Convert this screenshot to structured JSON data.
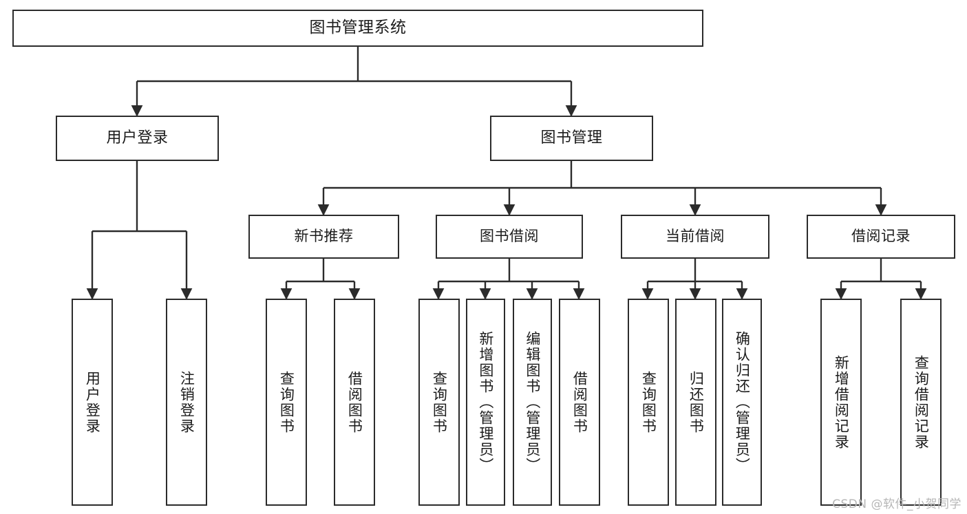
{
  "diagram": {
    "title": "图书管理系统",
    "type": "tree-structure-chart",
    "orientation": "top-down",
    "colors": {
      "box_border": "#2b2b2b",
      "box_fill": "#ffffff",
      "connector": "#2b2b2b",
      "text": "#1b1b1b",
      "watermark": "#b6b6b6",
      "canvas": "#ffffff"
    },
    "root": {
      "label": "图书管理系统",
      "level": 0
    },
    "level1": [
      {
        "id": "user-login",
        "label": "用户登录"
      },
      {
        "id": "book-management",
        "label": "图书管理"
      }
    ],
    "level2": [
      {
        "id": "new-book-recommend",
        "label": "新书推荐",
        "parent": "book-management"
      },
      {
        "id": "book-borrow",
        "label": "图书借阅",
        "parent": "book-management"
      },
      {
        "id": "current-borrow",
        "label": "当前借阅",
        "parent": "book-management"
      },
      {
        "id": "borrow-record",
        "label": "借阅记录",
        "parent": "book-management"
      }
    ],
    "leaves": [
      {
        "id": "leaf-user-login",
        "label": "用户登录",
        "parent": "user-login"
      },
      {
        "id": "leaf-user-logout",
        "label": "注销登录",
        "parent": "user-login"
      },
      {
        "id": "leaf-query-book-1",
        "label": "查询图书",
        "parent": "new-book-recommend"
      },
      {
        "id": "leaf-borrow-book-1",
        "label": "借阅图书",
        "parent": "new-book-recommend"
      },
      {
        "id": "leaf-query-book-2",
        "label": "查询图书",
        "parent": "book-borrow"
      },
      {
        "id": "leaf-add-book",
        "label": "新增图书（管理员）",
        "parent": "book-borrow"
      },
      {
        "id": "leaf-edit-book",
        "label": "编辑图书（管理员）",
        "parent": "book-borrow"
      },
      {
        "id": "leaf-borrow-book-2",
        "label": "借阅图书",
        "parent": "book-borrow"
      },
      {
        "id": "leaf-query-book-3",
        "label": "查询图书",
        "parent": "current-borrow"
      },
      {
        "id": "leaf-return-book",
        "label": "归还图书",
        "parent": "current-borrow"
      },
      {
        "id": "leaf-confirm-return",
        "label": "确认归还（管理员）",
        "parent": "current-borrow"
      },
      {
        "id": "leaf-add-record",
        "label": "新增借阅记录",
        "parent": "borrow-record"
      },
      {
        "id": "leaf-query-record",
        "label": "查询借阅记录",
        "parent": "borrow-record"
      }
    ],
    "watermark": "CSDN @软件_小贺同学"
  }
}
